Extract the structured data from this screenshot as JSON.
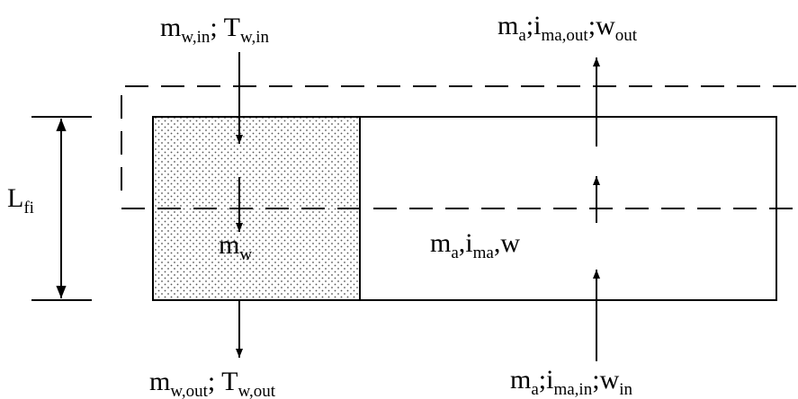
{
  "labels": {
    "water_inlet": {
      "m": "m",
      "m_sub": "w,in",
      "sep": "; ",
      "t": "T",
      "t_sub": "w,in"
    },
    "water_outlet": {
      "m": "m",
      "m_sub": "w,out",
      "sep": "; ",
      "t": "T",
      "t_sub": "w,out"
    },
    "water_mass": {
      "m": "m",
      "m_sub": "w"
    },
    "fill_height": {
      "l": "L",
      "l_sub": "fi"
    },
    "air_outlet": {
      "m": "m",
      "m_sub": "a",
      "sep1": ";",
      "i": "i",
      "i_sub": "ma,out",
      "sep2": ";",
      "w": "w",
      "w_sub": "out"
    },
    "air_state": {
      "m": "m",
      "m_sub": "a",
      "sep1": ",",
      "i": "i",
      "i_sub": "ma",
      "sep2": ",",
      "w": "w"
    },
    "air_inlet": {
      "m": "m",
      "m_sub": "a",
      "sep1": ";",
      "i": "i",
      "i_sub": "ma,in",
      "sep2": ";",
      "w": "w",
      "w_sub": "in"
    }
  }
}
